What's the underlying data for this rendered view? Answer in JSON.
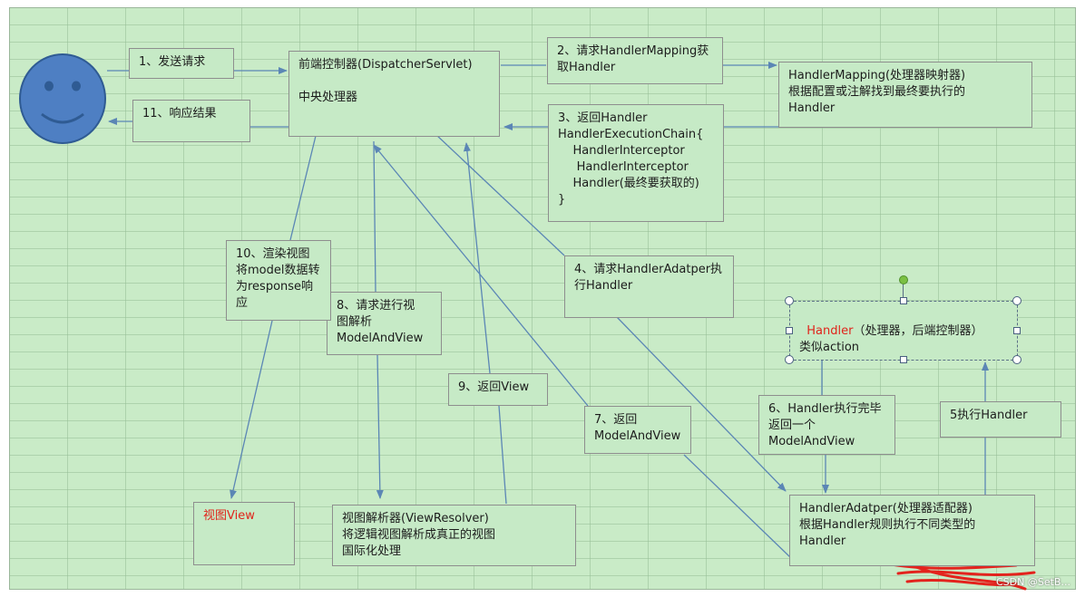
{
  "diagram": {
    "boxes": {
      "send_request": "1、发送请求",
      "response_result": "11、响应结果",
      "dispatcher": "前端控制器(DispatcherServlet)\n\n中央处理器",
      "request_mapping": "2、请求HandlerMapping获\n取Handler",
      "handler_mapping": "HandlerMapping(处理器映射器)\n根据配置或注解找到最终要执行的\nHandler",
      "return_handler": "3、返回Handler\nHandlerExecutionChain{\n    HandlerInterceptor\n     HandlerInterceptor\n    Handler(最终要获取的)\n}",
      "request_adapter": "4、请求HandlerAdatper执\n行Handler",
      "handler_red": "Handler",
      "handler_rest": "（处理器，后端控制器）\n类似action",
      "exec_handler": "5执行Handler",
      "handler_done": "6、Handler执行完毕\n返回一个\nModelAndView",
      "return_mav": "7、返回\nModelAndView",
      "request_view": "8、请求进行视\n图解析\nModelAndView",
      "return_view": "9、返回View",
      "render_view": "10、渲染视图\n将model数据转\n为response响\n应",
      "view_red": "视图View",
      "view_resolver": "视图解析器(ViewResolver)\n将逻辑视图解析成真正的视图\n国际化处理",
      "handler_adapter": "HandlerAdatper(处理器适配器)\n根据Handler规则执行不同类型的\nHandler"
    },
    "watermark": "CSDN @SetB..."
  },
  "colors": {
    "background": "#c9ebc7",
    "box_fill": "#c6eac6",
    "line": "#5b86b5",
    "face": "#4e7fc3",
    "red_text": "#e0241b"
  }
}
